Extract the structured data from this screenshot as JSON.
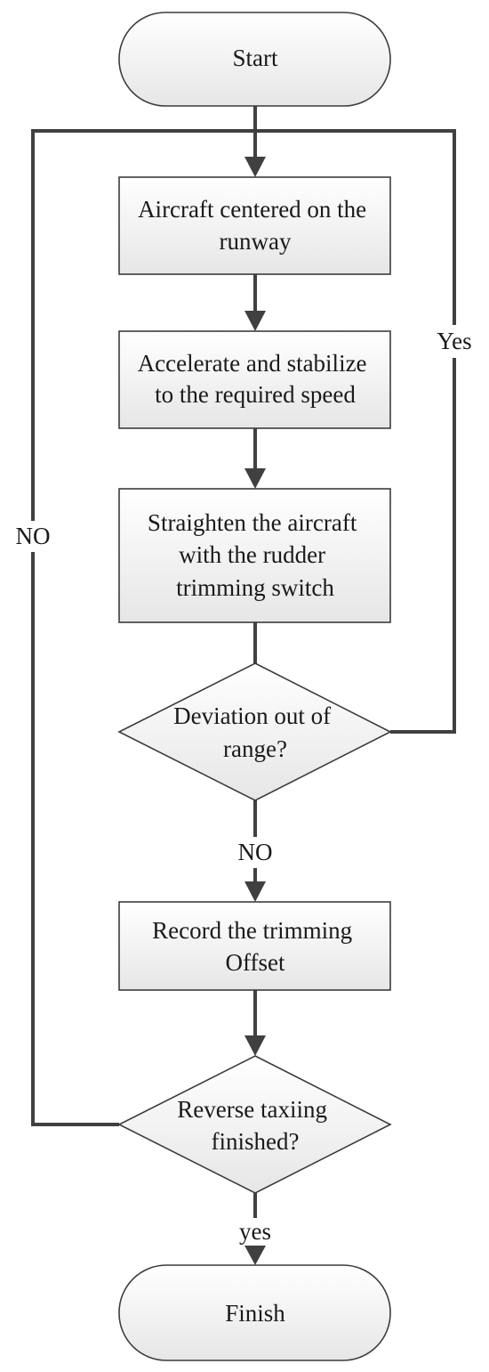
{
  "diagram": {
    "nodes": {
      "start": {
        "lines": [
          "Start"
        ]
      },
      "centered": {
        "lines": [
          "Aircraft centered on the",
          "runway"
        ]
      },
      "accelerate": {
        "lines": [
          "Accelerate and stabilize",
          "to the required speed"
        ]
      },
      "straighten": {
        "lines": [
          "Straighten the aircraft",
          "with the rudder",
          "trimming switch"
        ]
      },
      "deviation": {
        "lines": [
          "Deviation out of",
          "range?"
        ]
      },
      "record": {
        "lines": [
          "Record the trimming",
          "Offset"
        ]
      },
      "reverse": {
        "lines": [
          "Reverse taxiing",
          "finished?"
        ]
      },
      "finish": {
        "lines": [
          "Finish"
        ]
      }
    },
    "edge_labels": {
      "yes_loop": "Yes",
      "no_loop": "NO",
      "no_down": "NO",
      "yes_down": "yes"
    },
    "colors": {
      "line": "#404040",
      "shape_stroke": "#3c3c3c",
      "fill_top": "#ffffff",
      "fill_bottom": "#e6e6e6",
      "text": "#1a1a1a"
    }
  }
}
